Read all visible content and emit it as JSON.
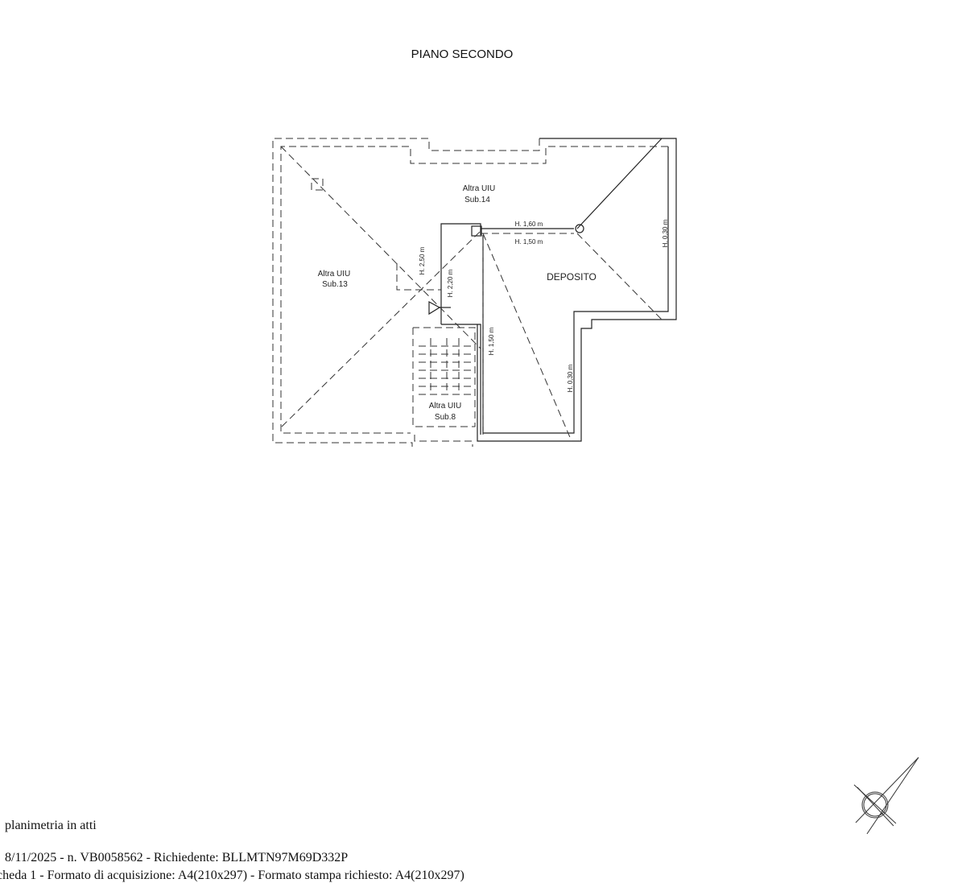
{
  "title": "PIANO SECONDO",
  "rooms": [
    {
      "name": "Altra UIU",
      "sub": "Sub.14"
    },
    {
      "name": "Altra UIU",
      "sub": "Sub.13"
    },
    {
      "name": "Altra UIU",
      "sub": "Sub.8"
    },
    {
      "name": "DEPOSITO"
    }
  ],
  "heights": {
    "h160": "H. 1,60 m",
    "h150_top": "H. 1,50 m",
    "h030_right": "H. 0,30 m",
    "h250": "H. 2,50 m",
    "h220": "H. 2,20 m",
    "h150_side": "H. 1,50 m",
    "h030_low": "H. 0,30 m"
  },
  "footer": {
    "line1": "planimetria in atti",
    "line2": "8/11/2025 - n. VB0058562 - Richiedente: BLLMTN97M69D332P",
    "line3": "cheda 1 - Formato di acquisizione: A4(210x297) - Formato stampa richiesto: A4(210x297)"
  }
}
